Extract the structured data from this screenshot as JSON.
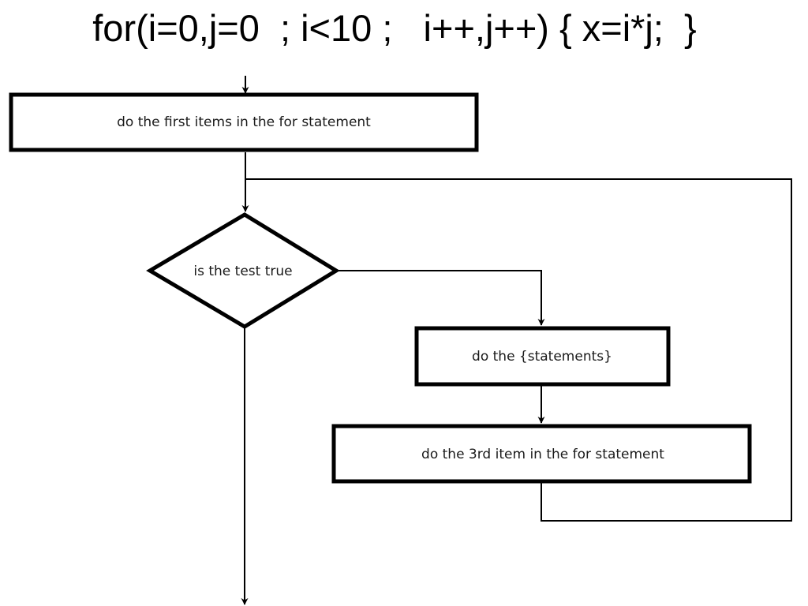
{
  "slide": {
    "title": "for(i=0,j=0  ; i<10 ;   i++,j++) { x=i*j;  }"
  },
  "flowchart": {
    "init_box": "do the first items in the for statement",
    "test_decision": "is the test true",
    "body_box": "do the {statements}",
    "increment_box": "do the 3rd item in the for statement"
  }
}
